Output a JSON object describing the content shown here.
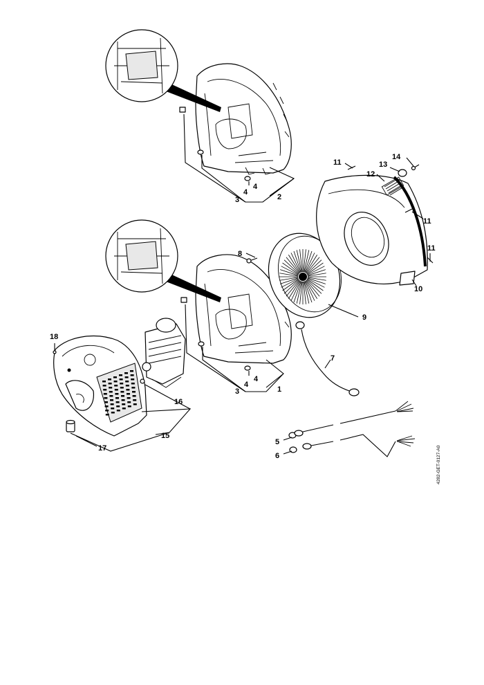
{
  "figure_code": "4282-GET-0127-A0",
  "callouts": [
    "1",
    "2",
    "3",
    "4",
    "5",
    "6",
    "7",
    "8",
    "9",
    "10",
    "11",
    "12",
    "13",
    "14",
    "15",
    "16",
    "17",
    "18"
  ]
}
